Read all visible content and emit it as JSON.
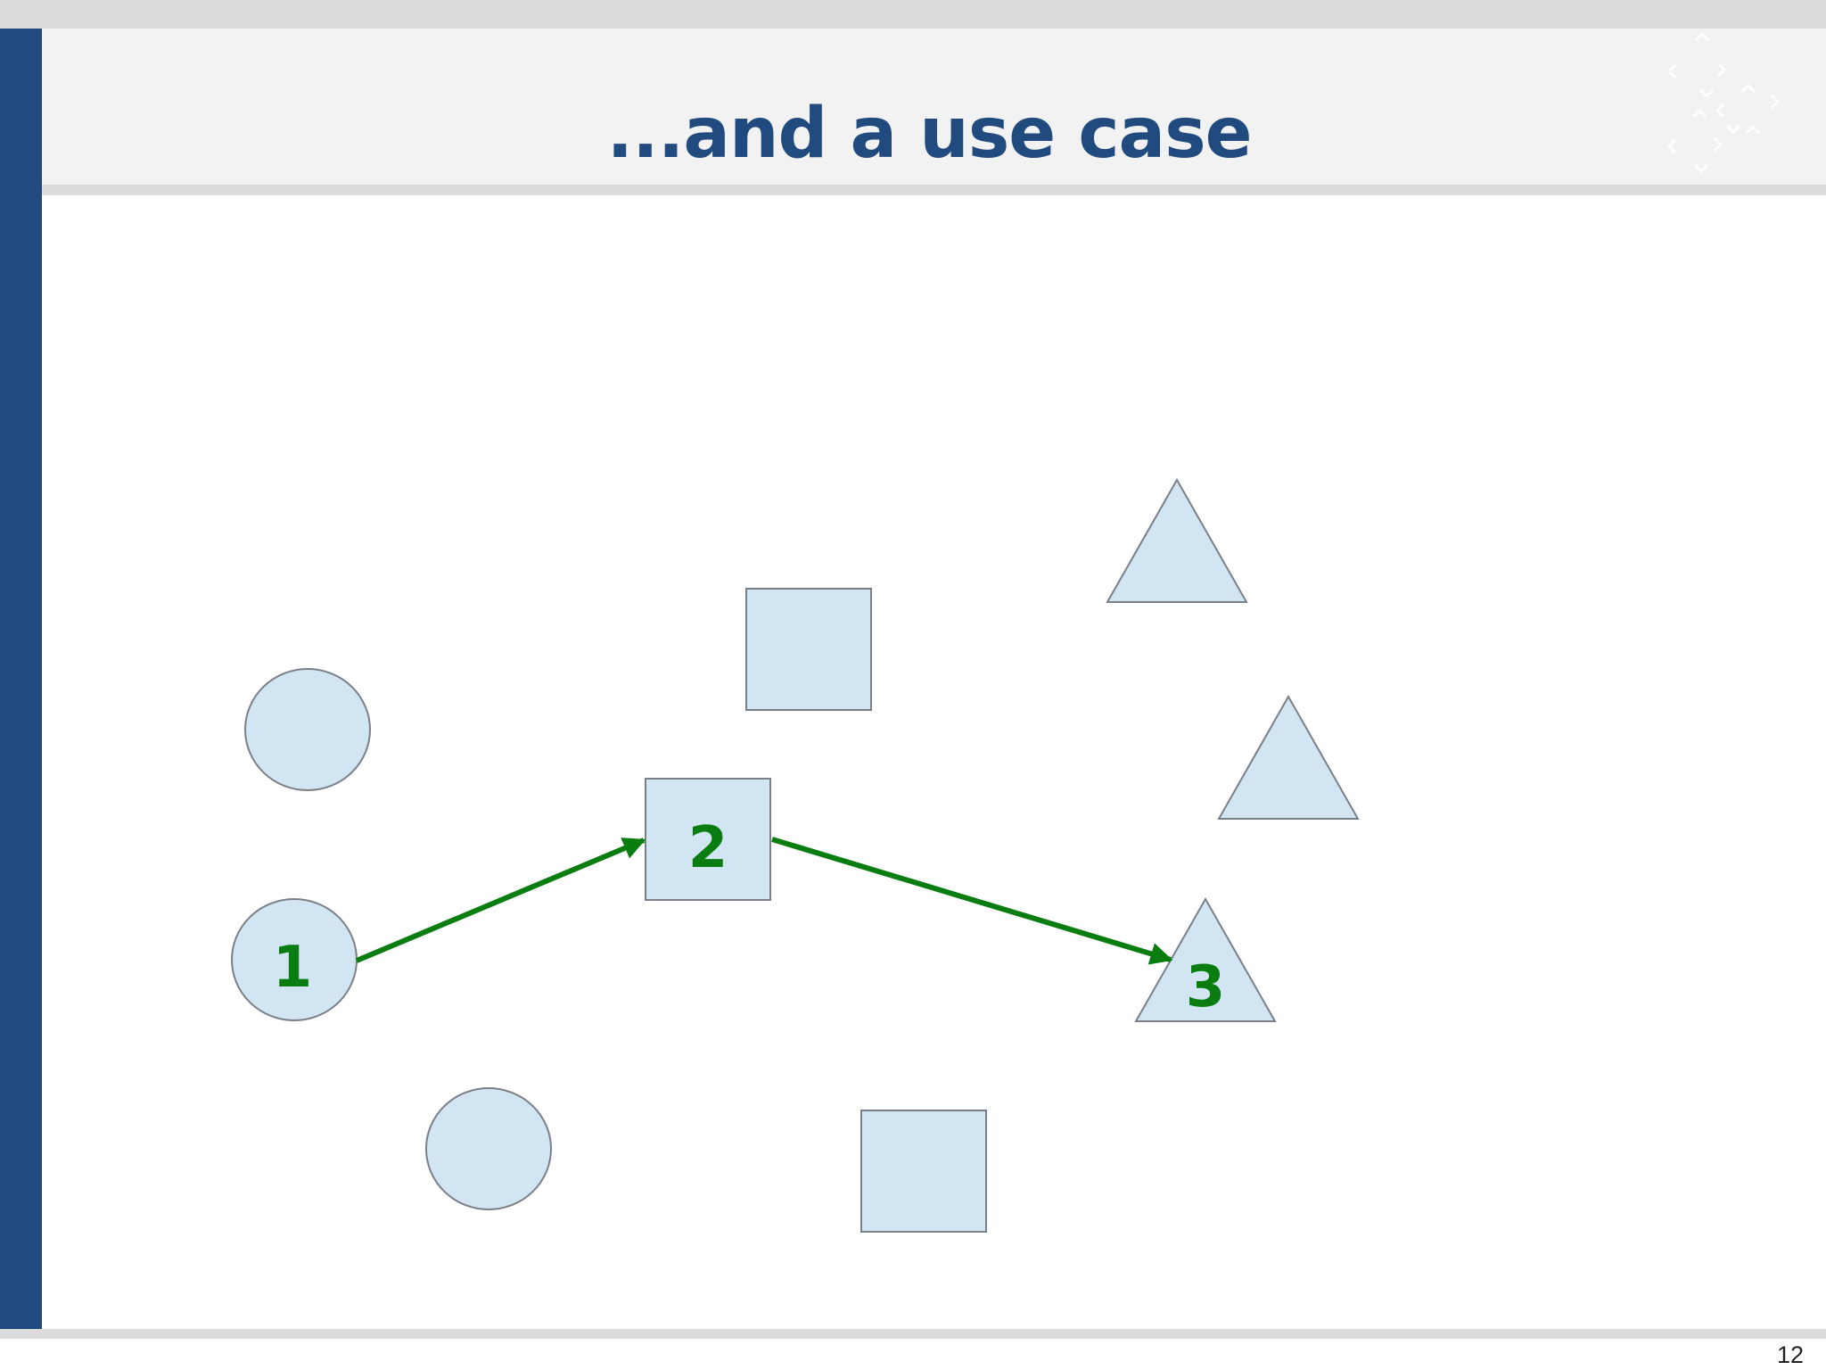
{
  "slide": {
    "title": "...and a use case",
    "page_number": "12"
  },
  "colors": {
    "brand_blue": "#214b7e",
    "shape_fill": "#d2e5f3",
    "shape_stroke": "#7a7f88",
    "path_green": "#0a7d10",
    "header_bg": "#f2f2f3",
    "band_gray": "#dcdcdd"
  },
  "diagram": {
    "path_labels": {
      "step_1": "1",
      "step_2": "2",
      "step_3": "3"
    }
  }
}
